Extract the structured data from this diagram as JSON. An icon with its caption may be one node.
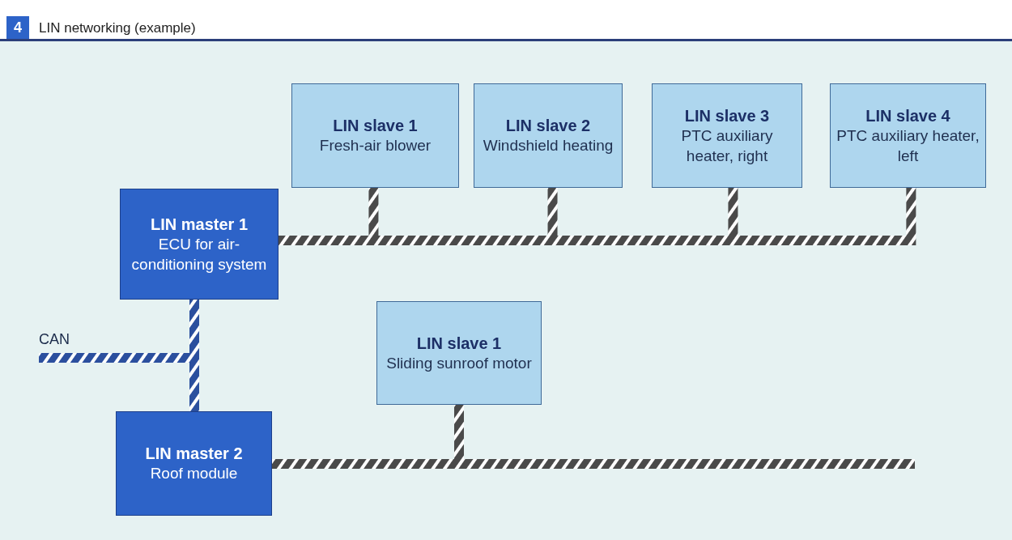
{
  "diagram": {
    "title": "LIN networking (example)",
    "nodes": [
      {
        "text": [
          "LIN master 1",
          "ECU for air-conditioning system"
        ]
      },
      {
        "text": [
          "LIN slave 1",
          "Fresh-air blower"
        ]
      },
      {
        "text": [
          "LIN slave 2",
          "Windshield heating"
        ]
      },
      {
        "text": [
          "LIN slave 3",
          "PTC auxiliary heater, right"
        ]
      },
      {
        "text": [
          "LIN slave 4",
          "PTC auxiliary heater, left"
        ]
      },
      {
        "text": [
          "CAN"
        ]
      },
      {
        "text": [
          "LIN slave 1",
          "Sliding sunroof motor"
        ]
      },
      {
        "text": [
          "LIN master 2",
          "Roof module"
        ]
      }
    ],
    "edges": [
      {
        "from": 0,
        "to": 1,
        "arrow": "none",
        "style": "thick"
      },
      {
        "from": 0,
        "to": 2,
        "arrow": "none",
        "style": "thick"
      },
      {
        "from": 0,
        "to": 3,
        "arrow": "none",
        "style": "thick"
      },
      {
        "from": 0,
        "to": 4,
        "arrow": "none",
        "style": "thick"
      },
      {
        "from": 5,
        "to": 0,
        "arrow": "none",
        "style": "thick",
        "color": "#2b4f9e"
      },
      {
        "from": 5,
        "to": 7,
        "arrow": "none",
        "style": "thick",
        "color": "#2b4f9e"
      },
      {
        "from": 7,
        "to": 6,
        "arrow": "none",
        "style": "thick"
      }
    ],
    "labels": [
      "4"
    ]
  }
}
